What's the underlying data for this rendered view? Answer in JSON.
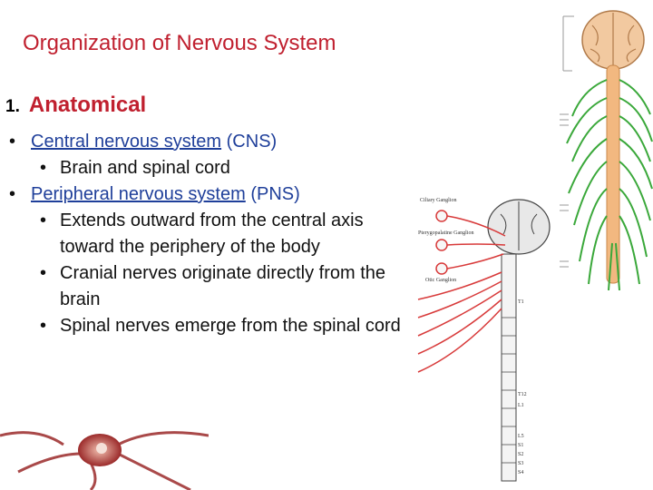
{
  "slide": {
    "title": "Organization of Nervous System"
  },
  "section": {
    "number": "1.",
    "label": "Anatomical"
  },
  "bullets": [
    {
      "bullet": "•",
      "link": "Central nervous system",
      "paren": "(CNS)",
      "sub": [
        {
          "bullet": "•",
          "text": "Brain and spinal cord"
        }
      ]
    },
    {
      "bullet": "•",
      "link": "Peripheral nervous system",
      "paren": "(PNS)",
      "sub": [
        {
          "bullet": "•",
          "text": "Extends outward from the central axis toward the periphery of the body"
        },
        {
          "bullet": "•",
          "text": "Cranial nerves originate directly from the brain"
        },
        {
          "bullet": "•",
          "text": "Spinal nerves emerge from the spinal cord"
        }
      ]
    }
  ],
  "colors": {
    "title": "#c0202f",
    "link": "#1f3f9a",
    "nerve_green": "#3aa83a",
    "nerve_red": "#d83a3a",
    "neuron": "#9b2a2a"
  },
  "illustrations": {
    "top_right": "nervous-system-body-illustration",
    "middle": "cranial-spinal-nerves-illustration",
    "bottom_left": "neuron-illustration"
  },
  "mid_diagram_labels": [
    "Ciliary Ganglion",
    "Pterygopalatine Ganglion",
    "Otic Ganglion",
    "T1",
    "T12",
    "L1",
    "L5",
    "S1",
    "S2",
    "S3",
    "S4"
  ]
}
